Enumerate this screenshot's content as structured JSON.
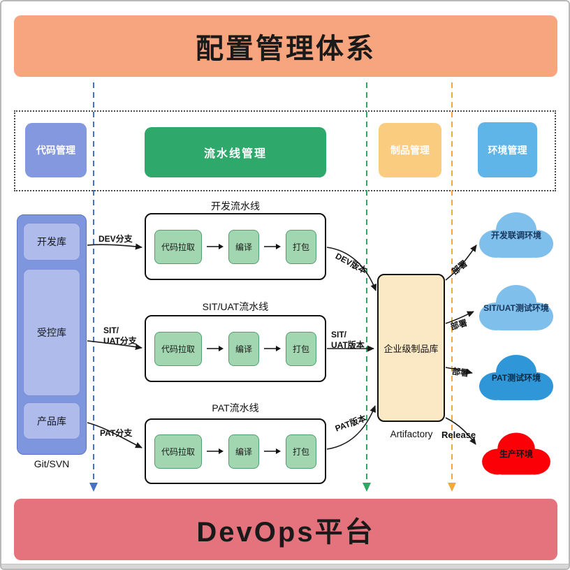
{
  "top_banner": {
    "title": "配置管理体系"
  },
  "bottom_banner": {
    "title": "DevOps平台"
  },
  "categories": [
    {
      "label": "代码管理",
      "color": "#8398DE"
    },
    {
      "label": "流水线管理",
      "color": "#2FA96B"
    },
    {
      "label": "制品管理",
      "color": "#FACC80"
    },
    {
      "label": "环境管理",
      "color": "#5FB4E8"
    }
  ],
  "source_control": {
    "repos": [
      {
        "label": "开发库"
      },
      {
        "label": "受控库"
      },
      {
        "label": "产品库"
      }
    ],
    "caption": "Git/SVN"
  },
  "pipelines": [
    {
      "title": "开发流水线",
      "steps": [
        "代码拉取",
        "编译",
        "打包"
      ],
      "branch_label": "DEV分支",
      "version_label": "DEV版本"
    },
    {
      "title": "SIT/UAT流水线",
      "steps": [
        "代码拉取",
        "编译",
        "打包"
      ],
      "branch_label": "SIT/\nUAT分支",
      "version_label": "SIT/\nUAT版本"
    },
    {
      "title": "PAT流水线",
      "steps": [
        "代码拉取",
        "编译",
        "打包"
      ],
      "branch_label": "PAT分支",
      "version_label": "PAT版本"
    }
  ],
  "artifact_repo": {
    "label": "企业级制品库",
    "caption": "Artifactory"
  },
  "environments": [
    {
      "label": "开发联调环境",
      "deploy_label": "部署",
      "color": "#7FBFEB"
    },
    {
      "label": "SIT/UAT测试环境",
      "deploy_label": "部署",
      "color": "#7FBFEB"
    },
    {
      "label": "PAT测试环境",
      "deploy_label": "部署",
      "color": "#2F97D8"
    },
    {
      "label": "生产环境",
      "deploy_label": "Release",
      "color": "#FB0006"
    }
  ],
  "colors": {
    "top_banner": "#F6A57E",
    "bottom_banner": "#E4737D",
    "dashed_code_line": "#4472C4",
    "dashed_pipeline_line": "#2EA864",
    "dashed_artifact_line": "#F2A93B",
    "repo_outer": "#7E96DD",
    "repo_inner": "#AFBCEB",
    "step_fill": "#A2D6B0",
    "step_border": "#4F9E6E",
    "artifact_fill": "#FBE8C5"
  }
}
